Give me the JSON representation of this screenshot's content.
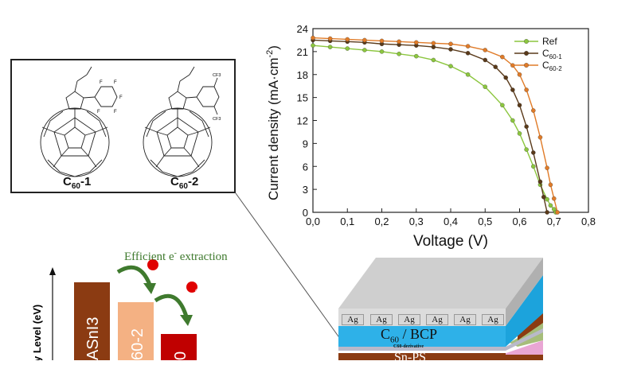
{
  "molecules": {
    "left_label_main": "C",
    "left_label_sub": "60",
    "left_label_suffix": "-1",
    "right_label_main": "C",
    "right_label_sub": "60",
    "right_label_suffix": "-2",
    "right_substituent_top": "CF3",
    "right_substituent_bottom": "CF3",
    "left_substituent": "F"
  },
  "energy": {
    "axis_label": "y Level (eV)",
    "bar1_text": "ASnI3",
    "bar2_text": "60-2",
    "bar3_text": "0",
    "bar1_color": "#8b3b12",
    "bar2_color": "#f4b183",
    "bar3_color": "#c00000",
    "caption": "Efficient e",
    "caption_sup": "-",
    "caption_tail": " extraction",
    "arrow_color": "#3f7a2e",
    "electron_symbol": "e"
  },
  "device": {
    "ag_labels": [
      "Ag",
      "Ag",
      "Ag",
      "Ag",
      "Ag",
      "Ag"
    ],
    "c60_layer": "C60 / BCP",
    "c60_layer_main": "C",
    "c60_layer_sub": "60",
    "c60_layer_tail": " / BCP",
    "derivative_layer": "C60-derivative",
    "bottom_layer": "Sn-PS"
  },
  "chart_data": {
    "type": "line",
    "xlabel": "Voltage (V)",
    "ylabel": "Current density (mA·cm",
    "ylabel_sup": "-2",
    "ylabel_close": ")",
    "xlim": [
      0,
      0.8
    ],
    "ylim": [
      0,
      24
    ],
    "xticks": [
      "0,0",
      "0,1",
      "0,2",
      "0,3",
      "0,4",
      "0,5",
      "0,6",
      "0,7",
      "0,8"
    ],
    "yticks": [
      "0",
      "3",
      "6",
      "9",
      "12",
      "15",
      "18",
      "21",
      "24"
    ],
    "legend_position": "top-right",
    "series": [
      {
        "name": "Ref",
        "name_sub": "",
        "color": "#8cc63f",
        "x": [
          0,
          0.05,
          0.1,
          0.15,
          0.2,
          0.25,
          0.3,
          0.35,
          0.4,
          0.45,
          0.5,
          0.55,
          0.58,
          0.6,
          0.62,
          0.64,
          0.66,
          0.68,
          0.69,
          0.7,
          0.705
        ],
        "y": [
          21.8,
          21.6,
          21.4,
          21.2,
          21.0,
          20.7,
          20.4,
          19.9,
          19.1,
          18.0,
          16.4,
          14.0,
          12.0,
          10.3,
          8.2,
          6.0,
          3.6,
          1.7,
          0.9,
          0.4,
          0
        ]
      },
      {
        "name": "C",
        "name_sub": "60-1",
        "color": "#5a3a1a",
        "x": [
          0,
          0.05,
          0.1,
          0.15,
          0.2,
          0.25,
          0.3,
          0.35,
          0.4,
          0.45,
          0.5,
          0.53,
          0.56,
          0.58,
          0.6,
          0.62,
          0.64,
          0.66,
          0.67,
          0.68
        ],
        "y": [
          22.5,
          22.4,
          22.3,
          22.2,
          22.0,
          21.9,
          21.8,
          21.6,
          21.3,
          20.8,
          19.9,
          19.0,
          17.6,
          16.0,
          14.0,
          11.2,
          7.8,
          4.0,
          2.0,
          0
        ]
      },
      {
        "name": "C",
        "name_sub": "60-2",
        "color": "#e07b28",
        "x": [
          0,
          0.05,
          0.1,
          0.15,
          0.2,
          0.25,
          0.3,
          0.35,
          0.4,
          0.45,
          0.5,
          0.55,
          0.58,
          0.6,
          0.62,
          0.64,
          0.66,
          0.68,
          0.69,
          0.7,
          0.71
        ],
        "y": [
          22.8,
          22.7,
          22.6,
          22.5,
          22.4,
          22.3,
          22.2,
          22.1,
          22.0,
          21.7,
          21.2,
          20.3,
          19.2,
          18.0,
          16.0,
          13.3,
          9.8,
          5.8,
          3.6,
          1.8,
          0
        ]
      }
    ]
  }
}
